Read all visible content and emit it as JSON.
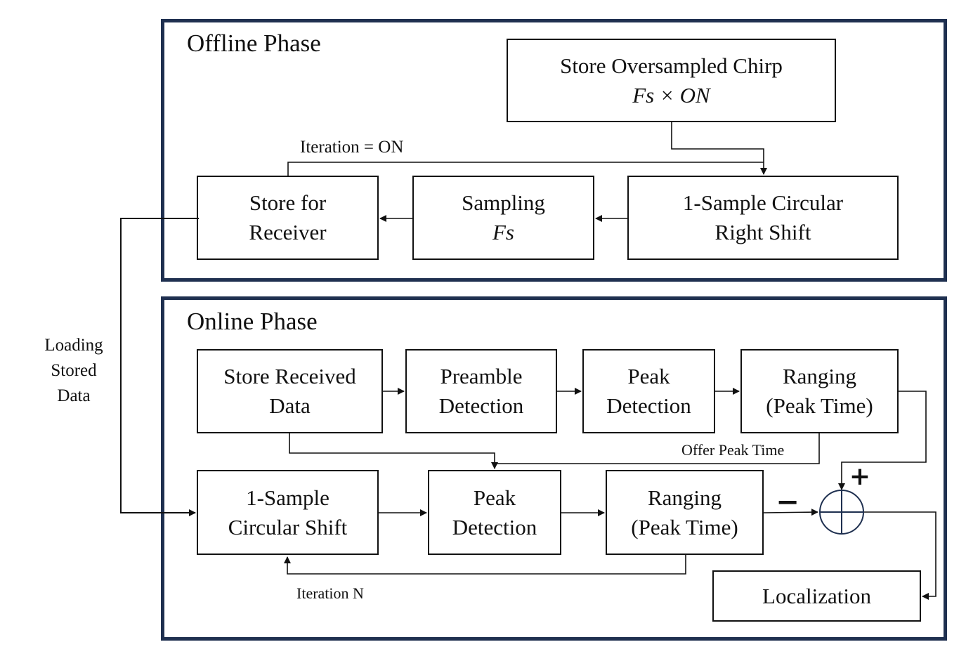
{
  "offline": {
    "title": "Offline Phase",
    "chirp": {
      "line1": "Store Oversampled Chirp",
      "line2": "Fs × ON"
    },
    "shift": {
      "line1": "1-Sample Circular",
      "line2": "Right Shift"
    },
    "sampling": {
      "line1": "Sampling",
      "line2": "Fs"
    },
    "store": {
      "line1": "Store for",
      "line2": "Receiver"
    },
    "iteration_label": "Iteration = ON"
  },
  "loading": {
    "line1": "Loading",
    "line2": "Stored",
    "line3": "Data"
  },
  "online": {
    "title": "Online Phase",
    "received": {
      "line1": "Store Received",
      "line2": "Data"
    },
    "preamble": {
      "line1": "Preamble",
      "line2": "Detection"
    },
    "peak1": {
      "line1": "Peak",
      "line2": "Detection"
    },
    "ranging1": {
      "line1": "Ranging",
      "line2": "(Peak Time)"
    },
    "shift": {
      "line1": "1-Sample",
      "line2": "Circular Shift"
    },
    "peak2": {
      "line1": "Peak",
      "line2": "Detection"
    },
    "ranging2": {
      "line1": "Ranging",
      "line2": "(Peak Time)"
    },
    "localization": "Localization",
    "offer_label": "Offer Peak Time",
    "iteration_label": "Iteration N",
    "plus_sign": "+",
    "minus_sign": "−"
  },
  "colors": {
    "frame": "#1f3050",
    "line": "#111111",
    "summer": "#1f3050"
  }
}
